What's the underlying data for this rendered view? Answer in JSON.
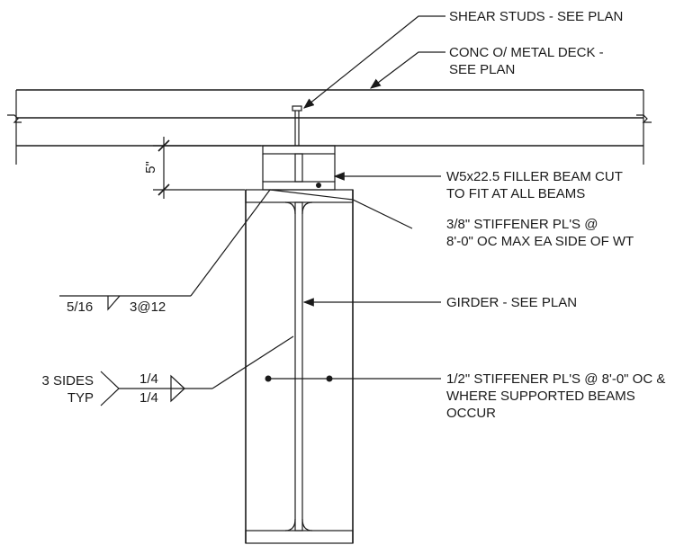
{
  "labels": {
    "shear_studs": "SHEAR STUDS - SEE PLAN",
    "conc_deck_1": "CONC O/ METAL DECK -",
    "conc_deck_2": "SEE PLAN",
    "filler_1": "W5x22.5 FILLER BEAM CUT",
    "filler_2": "TO FIT AT ALL BEAMS",
    "stiff38_1": "3/8\" STIFFENER PL'S @",
    "stiff38_2": "8'-0\" OC MAX EA SIDE OF WT",
    "girder": "GIRDER - SEE PLAN",
    "stiff12_1": "1/2\" STIFFENER PL'S @ 8'-0\" OC &",
    "stiff12_2": "WHERE SUPPORTED BEAMS",
    "stiff12_3": "OCCUR"
  },
  "dimension": {
    "depth": "5\""
  },
  "welds": {
    "top_size": "5/16",
    "top_pitch": "3@12",
    "sides_1": "3 SIDES",
    "sides_2": "TYP",
    "size_a": "1/4",
    "size_b": "1/4"
  }
}
